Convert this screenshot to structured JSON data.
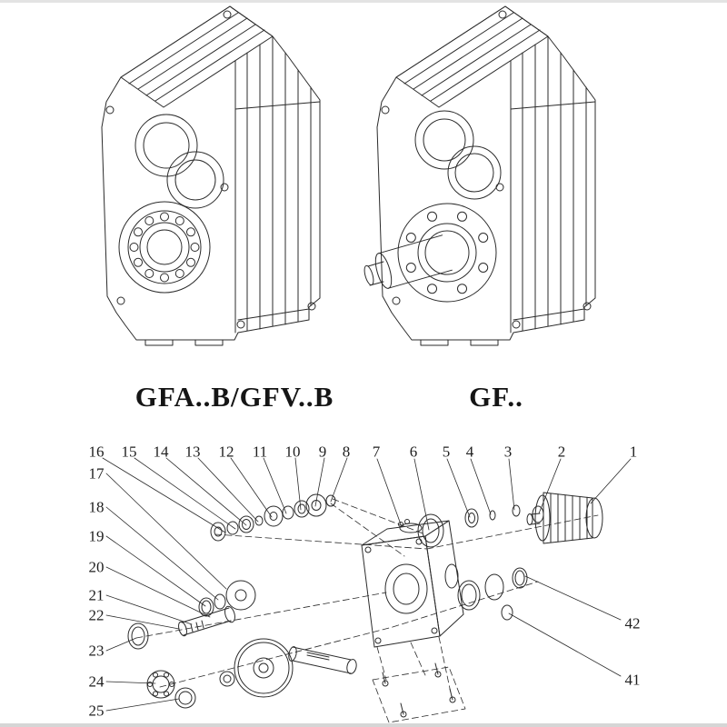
{
  "figures": {
    "left_label": "GFA..B/GFV..B",
    "right_label": "GF.."
  },
  "exploded_view": {
    "callouts_top": [
      "16",
      "15",
      "14",
      "13",
      "12",
      "11",
      "10",
      "9",
      "8",
      "7",
      "6",
      "5",
      "4",
      "3",
      "2",
      "1"
    ],
    "callouts_left": [
      "17",
      "18",
      "19",
      "20",
      "21",
      "22",
      "23",
      "24",
      "25"
    ],
    "callouts_right": [
      "42",
      "41"
    ]
  },
  "colors": {
    "ink": "#2b2b2b",
    "background": "#ffffff"
  }
}
